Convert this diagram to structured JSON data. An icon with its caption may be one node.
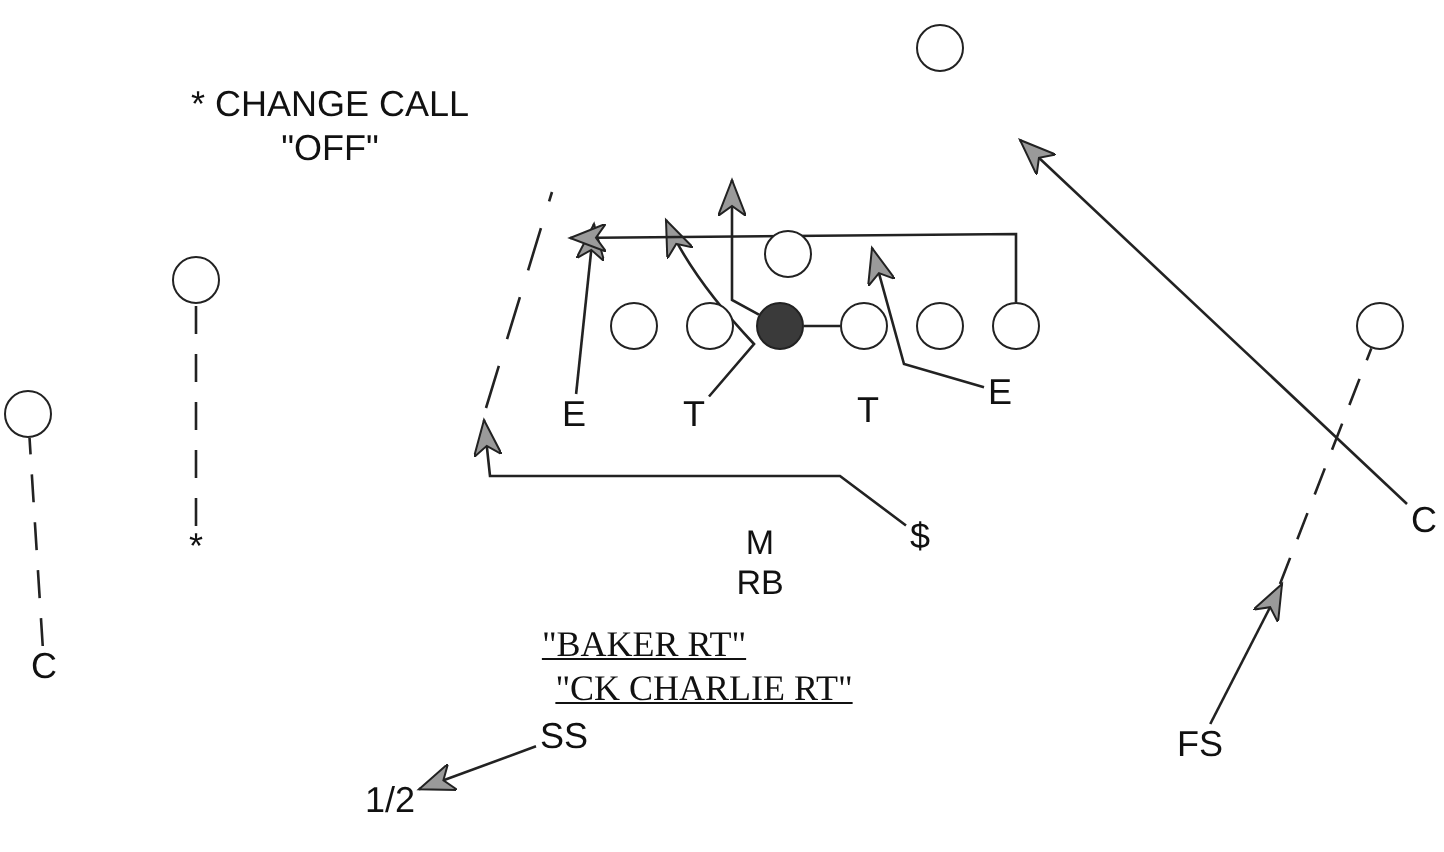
{
  "diagram": {
    "nodes": [
      {
        "text": [],
        "shape": "circle"
      },
      {
        "text": [],
        "shape": "circle"
      },
      {
        "text": [],
        "shape": "circle"
      },
      {
        "text": [],
        "shape": "circle"
      },
      {
        "text": [],
        "shape": "circle"
      },
      {
        "text": [],
        "shape": "circle"
      },
      {
        "text": [],
        "shape": "circle"
      },
      {
        "text": [],
        "shape": "circle"
      },
      {
        "text": [],
        "shape": "circle"
      },
      {
        "text": [],
        "shape": "circle"
      },
      {
        "text": [],
        "shape": "circle"
      },
      {
        "text": [
          "E"
        ]
      },
      {
        "text": [
          "T"
        ]
      },
      {
        "text": [
          "T"
        ]
      },
      {
        "text": [
          "E"
        ]
      },
      {
        "text": [
          "C"
        ]
      },
      {
        "text": [
          "$"
        ]
      },
      {
        "text": [
          "*"
        ]
      },
      {
        "text": [
          "C"
        ]
      },
      {
        "text": [
          "SS"
        ]
      },
      {
        "text": [
          "FS"
        ]
      },
      {
        "text": [
          "1/2"
        ]
      }
    ],
    "edges": [
      {
        "from": 11,
        "to": null,
        "arrow": "to"
      },
      {
        "from": 12,
        "to": null,
        "arrow": "to"
      },
      {
        "from": 5,
        "to": null,
        "arrow": "to"
      },
      {
        "from": 5,
        "to": 6,
        "arrow": "none"
      },
      {
        "from": 14,
        "to": null,
        "arrow": "to"
      },
      {
        "from": 8,
        "to": null,
        "arrow": "to"
      },
      {
        "from": 16,
        "to": null,
        "arrow": "to"
      },
      {
        "from": 18,
        "to": 10,
        "arrow": "none",
        "style": "dashed"
      },
      {
        "from": 17,
        "to": 1,
        "arrow": "none",
        "style": "dashed"
      },
      {
        "from": 15,
        "to": null,
        "arrow": "to"
      },
      {
        "from": 20,
        "to": null,
        "arrow": "to"
      },
      {
        "from": null,
        "to": 9,
        "arrow": "none",
        "style": "dashed"
      },
      {
        "from": 19,
        "to": 21,
        "arrow": "to"
      }
    ],
    "labels": [
      "* CHANGE CALL \"OFF\"",
      "M",
      "RB",
      "\"BAKER RT\"",
      "\"CK CHARLIE RT\""
    ]
  }
}
